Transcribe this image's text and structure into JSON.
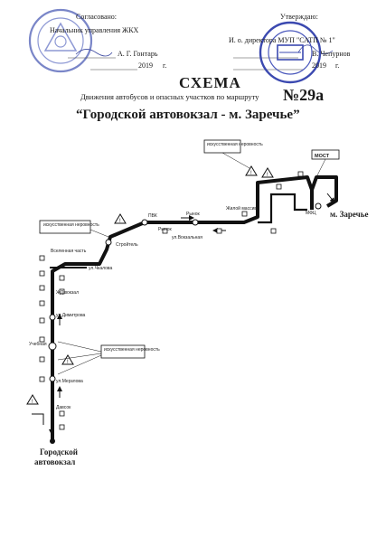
{
  "approval_left": {
    "heading": "Согласовано:",
    "org": "Начальник управления ЖКХ",
    "signer": "А. Г. Гонтарь",
    "date_year": "2019",
    "date_suffix": "г."
  },
  "approval_right": {
    "heading": "Утверждаю:",
    "org": "И. о. директора МУП \"САТП № 1\"",
    "signer": "В. Чепурнов",
    "date_year": "2019",
    "date_suffix": "г."
  },
  "document": {
    "title": "СХЕМА",
    "subtitle": "Движения автобусов и опасных участков по маршруту",
    "route_number": "№29а",
    "route_name": "“Городской автовокзал - м. Заречье”"
  },
  "map_labels": {
    "end_stop": "м. Заречье",
    "start_stop_line1": "Городской",
    "start_stop_line2": "автовокзал",
    "bridge": "МОСТ",
    "crossing_top": "искусственная\nнеровность",
    "crossing_left": "искусственная\nнеровность",
    "crossing_mid": "искусственная\nнеровность",
    "stop_pvk": "ПВК",
    "stop_rynok1": "Рынок",
    "stop_rynok2": "Рынок",
    "stop_zhilaya": "Жилой\nмассив",
    "stop_stroitel": "Стройтель",
    "stop_vsenaya": "Вселенная\nчасть",
    "stop_chkalova": "ул.Чкалова",
    "stop_zhd": "ЖД вокзал",
    "stop_dimitrova": "ул.Димитрова",
    "stop_uchebnaya": "Учебная",
    "stop_merzlova": "ул.Мерзлова",
    "stop_davsok": "Давсок",
    "stop_mfts": "МФЦ",
    "street_vokzalnaya": "ул.Вокзальная"
  }
}
